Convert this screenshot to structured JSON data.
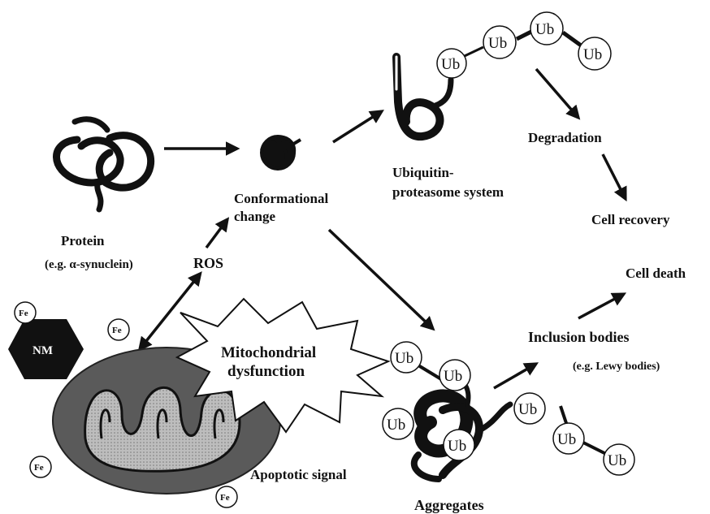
{
  "labels": {
    "protein": "Protein",
    "protein_example": "(e.g. α-synuclein)",
    "conformational_1": "Conformational",
    "conformational_2": "change",
    "ubiquitin_1": "Ubiquitin-",
    "ubiquitin_2": "proteasome system",
    "degradation": "Degradation",
    "cell_recovery": "Cell recovery",
    "cell_death": "Cell death",
    "ros": "ROS",
    "nm": "NM",
    "fe": "Fe",
    "mito_1": "Mitochondrial",
    "mito_2": "dysfunction",
    "inclusion": "Inclusion bodies",
    "inclusion_example": "(e.g. Lewy bodies)",
    "apoptotic": "Apoptotic signal",
    "aggregates": "Aggregates",
    "ub": "Ub"
  },
  "colors": {
    "ink": "#111111",
    "mito_body": "#5a5a5a",
    "mito_cristae": "#b8b8b8",
    "nm_fill": "#111111"
  }
}
